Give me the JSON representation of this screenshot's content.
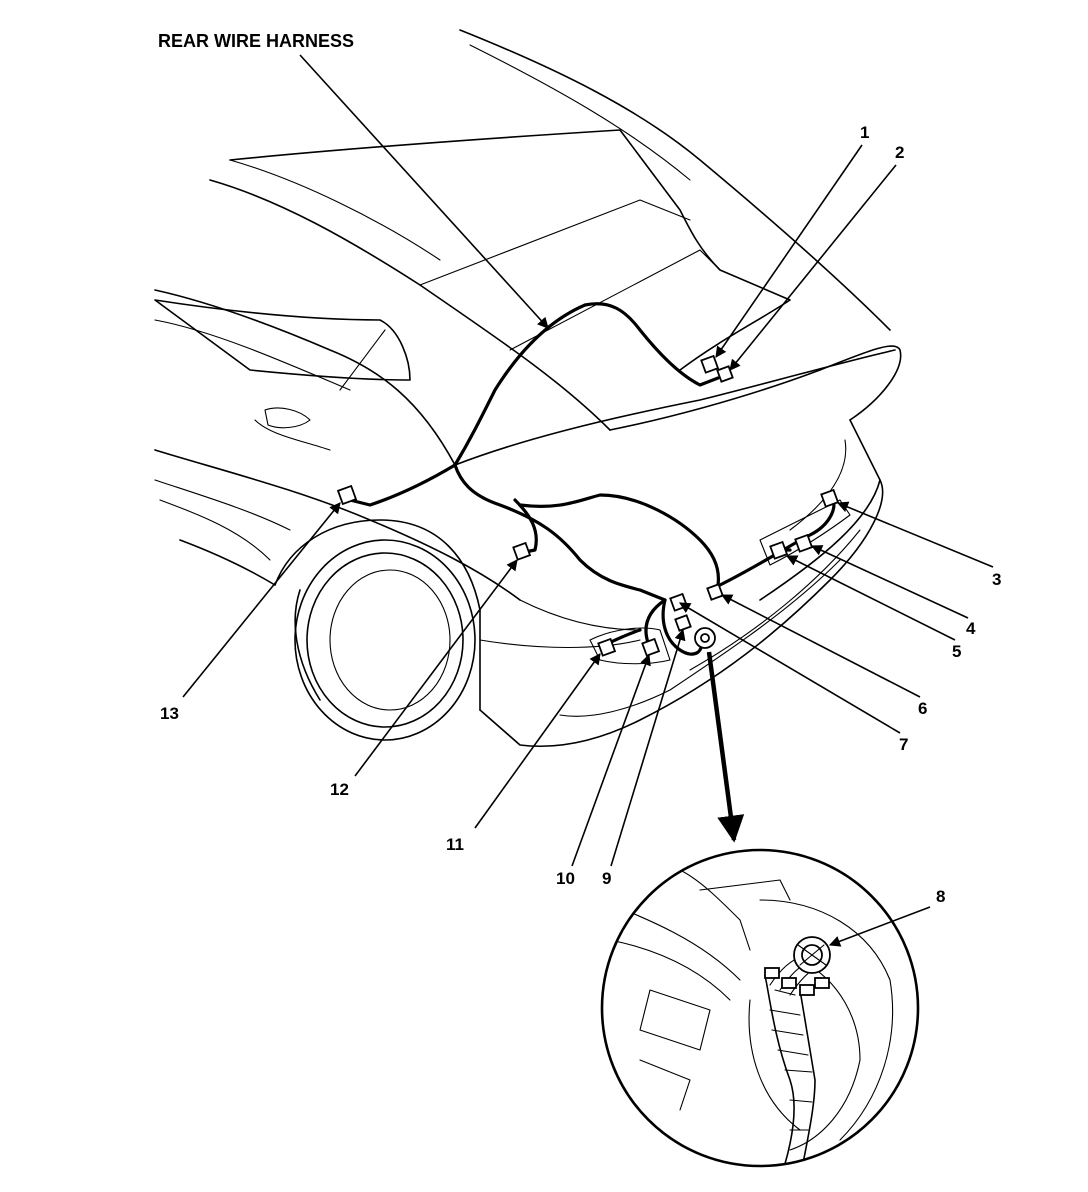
{
  "harness_title": "REAR WIRE HARNESS",
  "callouts": [
    {
      "id": "c1",
      "label": "1"
    },
    {
      "id": "c2",
      "label": "2"
    },
    {
      "id": "c3",
      "label": "3"
    },
    {
      "id": "c4",
      "label": "4"
    },
    {
      "id": "c5",
      "label": "5"
    },
    {
      "id": "c6",
      "label": "6"
    },
    {
      "id": "c7",
      "label": "7"
    },
    {
      "id": "c8",
      "label": "8"
    },
    {
      "id": "c9",
      "label": "9"
    },
    {
      "id": "c10",
      "label": "10"
    },
    {
      "id": "c11",
      "label": "11"
    },
    {
      "id": "c12",
      "label": "12"
    },
    {
      "id": "c13",
      "label": "13"
    }
  ]
}
